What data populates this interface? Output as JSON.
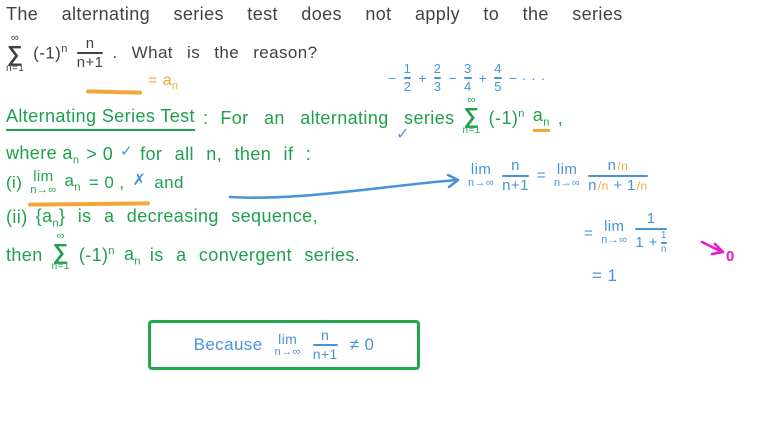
{
  "colors": {
    "ink": "#3f4347",
    "green": "#1fa04e",
    "blue": "#4a93d9",
    "orange": "#f3a73a",
    "pink": "#e718c8",
    "box_border": "#22a64b",
    "bg": "#ffffff"
  },
  "question": {
    "line1": "The alternating series test does not apply to the series",
    "sum": {
      "upper": "∞",
      "sigma": "∑",
      "lower": "n=1"
    },
    "base": "(-1)",
    "exponent": "n",
    "fraction": {
      "num": "n",
      "den": "n+1"
    },
    "tail": ".  What is the reason?",
    "an_note": {
      "equals": "= a",
      "sub": "n"
    }
  },
  "expansion": {
    "terms": [
      {
        "sign": "−",
        "num": "1",
        "den": "2"
      },
      {
        "sign": "+",
        "num": "2",
        "den": "3"
      },
      {
        "sign": "−",
        "num": "3",
        "den": "4"
      },
      {
        "sign": "+",
        "num": "4",
        "den": "5"
      }
    ],
    "tail": "− · · ·"
  },
  "test": {
    "heading": "Alternating Series Test",
    "colon": ":",
    "intro": "For an alternating series",
    "sum": {
      "upper": "∞",
      "sigma": "∑",
      "lower": "n=1"
    },
    "base": "(-1)",
    "exponent": "n",
    "a": "a",
    "a_sub": "n",
    "comma": ",",
    "alt_check": "✓",
    "where": {
      "pre": "where a",
      "sub": "n",
      "cond": "> 0",
      "check": "✓",
      "post": "for all n, then if :"
    },
    "item1": {
      "label": "(i)",
      "lim": "lim",
      "limsub": "n→∞",
      "a": "a",
      "a_sub": "n",
      "eq": "= 0 ,",
      "cross": "✗",
      "and": "and"
    },
    "item2": {
      "label": "(ii)",
      "pre": "{a",
      "sub": "n",
      "post": "} is a decreasing sequence,"
    },
    "conclusion": {
      "pre": "then",
      "sum": {
        "upper": "∞",
        "sigma": "∑",
        "lower": "n=1"
      },
      "base": "(-1)",
      "exponent": "n",
      "a": "a",
      "a_sub": "n",
      "post": "is a convergent series."
    }
  },
  "work": {
    "lim1": {
      "lim": "lim",
      "sub": "n→∞"
    },
    "frac1": {
      "num": "n",
      "den": "n+1"
    },
    "eq1": "=",
    "lim2": {
      "lim": "lim",
      "sub": "n→∞"
    },
    "frac2": {
      "num": "n",
      "num_cancel": "/n",
      "den": "n",
      "den_cancel": "/n",
      "plus": "+ 1",
      "den_cancel2": "/n"
    },
    "eq2": "=",
    "lim3": {
      "lim": "lim",
      "sub": "n→∞"
    },
    "frac3": {
      "num": "1",
      "den_pre": "1 +",
      "inner_num": "1",
      "inner_den": "n"
    },
    "limit_note": "0",
    "result": "= 1"
  },
  "answer": {
    "because": "Because",
    "lim": {
      "lim": "lim",
      "sub": "n→∞"
    },
    "frac": {
      "num": "n",
      "den": "n+1"
    },
    "neq": "≠ 0"
  }
}
